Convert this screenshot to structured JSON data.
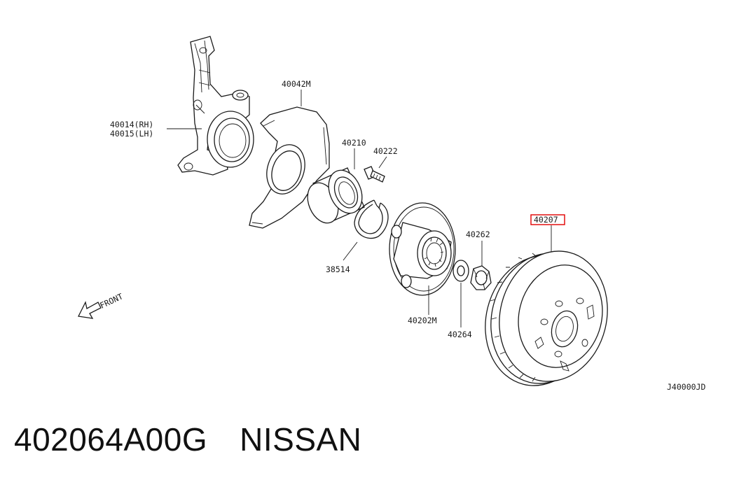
{
  "diagram": {
    "labels": {
      "knuckle_rh": "40014(RH)",
      "knuckle_lh": "40015(LH)",
      "baffle_plate": "40042M",
      "bearing": "40210",
      "bolt": "40222",
      "snap_ring": "38514",
      "hub": "40202M",
      "washer": "40264",
      "nut": "40262",
      "rotor": "40207",
      "front": "FRONT",
      "diagram_code": "J40000JD"
    },
    "highlight_color": "#e00000"
  },
  "footer": {
    "part_number": "402064A00G",
    "brand": "NISSAN"
  }
}
